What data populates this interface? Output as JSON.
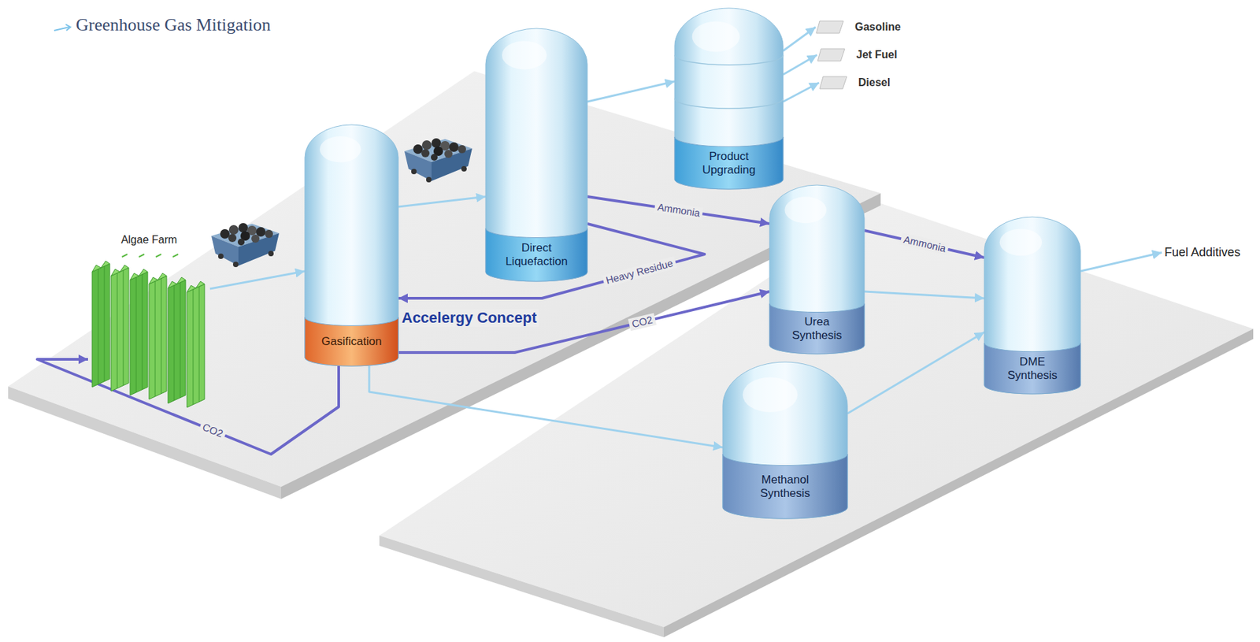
{
  "diagram": {
    "title": "Greenhouse Gas Mitigation",
    "nodes": [
      {
        "text": [
          "Algae Farm"
        ]
      },
      {
        "text": [
          "Gasification"
        ]
      },
      {
        "text": [
          "Direct Liquefaction"
        ]
      },
      {
        "text": [
          "Product Upgrading"
        ]
      },
      {
        "text": [
          "Gasoline"
        ]
      },
      {
        "text": [
          "Jet Fuel"
        ]
      },
      {
        "text": [
          "Diesel"
        ]
      },
      {
        "text": [
          "Urea Synthesis"
        ]
      },
      {
        "text": [
          "DME Synthesis"
        ]
      },
      {
        "text": [
          "Fuel Additives"
        ]
      },
      {
        "text": [
          "Methanol Synthesis"
        ]
      }
    ],
    "edges": [
      {
        "from": 0,
        "to": 1,
        "arrow": "to"
      },
      {
        "from": 1,
        "to": 0,
        "label": "CO2",
        "arrow": "to"
      },
      {
        "from": 1,
        "to": 2,
        "arrow": "to"
      },
      {
        "from": 2,
        "to": 3,
        "arrow": "to"
      },
      {
        "from": 2,
        "to": 1,
        "label": "Heavy Residue",
        "arrow": "to"
      },
      {
        "from": 2,
        "to": 7,
        "label": "Ammonia",
        "arrow": "to"
      },
      {
        "from": 1,
        "to": 7,
        "label": "CO2",
        "arrow": "to"
      },
      {
        "from": 1,
        "to": 10,
        "arrow": "to"
      },
      {
        "from": 3,
        "to": 4,
        "arrow": "to"
      },
      {
        "from": 3,
        "to": 5,
        "arrow": "to"
      },
      {
        "from": 3,
        "to": 6,
        "arrow": "to"
      },
      {
        "from": 7,
        "to": 8,
        "label": "Ammonia",
        "arrow": "to"
      },
      {
        "from": 7,
        "to": 8,
        "arrow": "to"
      },
      {
        "from": 10,
        "to": 8,
        "arrow": "to"
      },
      {
        "from": 8,
        "to": 9,
        "arrow": "to"
      }
    ],
    "labels": [
      "Accelergy Concept"
    ]
  }
}
